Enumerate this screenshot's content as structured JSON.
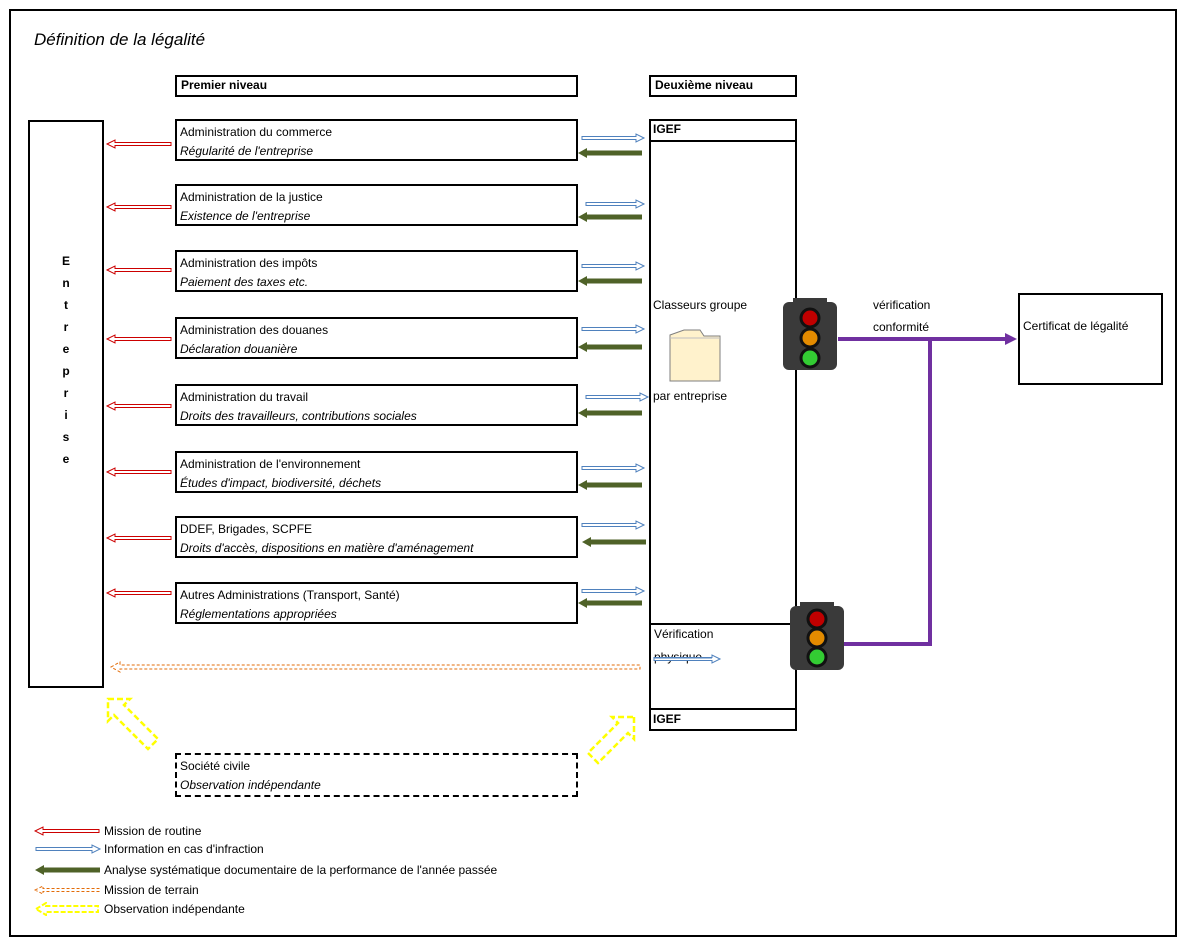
{
  "title": "Définition de la légalité",
  "headers": {
    "level1": "Premier niveau",
    "level2": "Deuxième niveau"
  },
  "entreprise_letters": [
    "E",
    "n",
    "t",
    "r",
    "e",
    "p",
    "r",
    "i",
    "s",
    "e"
  ],
  "administrations": [
    {
      "name": "Administration du commerce",
      "role": "Régularité de l'entreprise"
    },
    {
      "name": "Administration de la justice",
      "role": "Existence de l'entreprise"
    },
    {
      "name": "Administration des impôts",
      "role": "Paiement des taxes etc."
    },
    {
      "name": "Administration des douanes",
      "role": "Déclaration douanière"
    },
    {
      "name": "Administration du travail",
      "role": "Droits des travailleurs, contributions sociales"
    },
    {
      "name": "Administration de l'environnement",
      "role": "Études d'impact, biodiversité, déchets"
    },
    {
      "name": "DDEF, Brigades,  SCPFE",
      "role": "Droits d'accès, dispositions en matière d'aménagement"
    },
    {
      "name": "Autres Administrations (Transport, Santé)",
      "role": "Réglementations appropriées"
    }
  ],
  "level2": {
    "igef_top": "IGEF",
    "igef_bottom": "IGEF",
    "classeurs": "Classeurs groupe",
    "par_entreprise": "par entreprise",
    "verification_physique_1": "Vérification",
    "verification_physique_2": "physique"
  },
  "verification": {
    "line1": "vérification",
    "line2": "conformité"
  },
  "certificat": "Certificat de légalité",
  "societe": {
    "name": "Société civile",
    "role": "Observation indépendante"
  },
  "legend": [
    {
      "key": "routine",
      "label": "Mission de routine"
    },
    {
      "key": "information",
      "label": "Information en cas d'infraction"
    },
    {
      "key": "analyse",
      "label": "Analyse systématique documentaire de la performance de l'année passée"
    },
    {
      "key": "terrain",
      "label": "Mission de terrain"
    },
    {
      "key": "observation",
      "label": "Observation indépendante"
    }
  ],
  "colors": {
    "routine": "#cc0000",
    "information": "#4f81bd",
    "analyse": "#4f6228",
    "terrain": "#e36c09",
    "observation": "#ffff00",
    "purple": "#7030a0",
    "folder": "#fff2cc"
  }
}
